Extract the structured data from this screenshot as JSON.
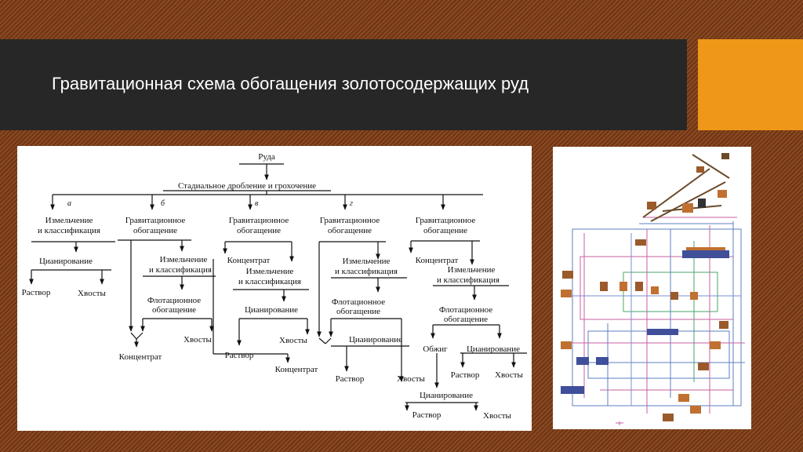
{
  "slide": {
    "title": "Гравитационная схема обогащения золотосодержащих руд",
    "colors": {
      "title_bar": "#272727",
      "accent": "#ef9718",
      "background": "#7a3d1a"
    }
  },
  "flowchart": {
    "root": "Руда",
    "stage1": "Стадиальное дробление и грохочение",
    "branch_letters": [
      "а",
      "б",
      "в",
      "г"
    ],
    "branch_a": {
      "l1a": "Измельчение",
      "l1b": "и классификация",
      "cyan": "Цианирование",
      "out1": "Раствор",
      "out2": "Хвосты"
    },
    "branch_b": {
      "l1a": "Гравитационное",
      "l1b": "обогащение",
      "l2a": "Измельчение",
      "l2b": "и классификация",
      "l3a": "Флотационное",
      "l3b": "обогащение",
      "tail": "Хвосты",
      "conc": "Концентрат"
    },
    "branch_v": {
      "l1a": "Гравитационное",
      "l1b": "обогащение",
      "conc1": "Концентрат",
      "l2a": "Измельчение",
      "l2b": "и классификация",
      "cyan": "Цианирование",
      "out1": "Раствор",
      "out2": "Хвосты",
      "conc2": "Концентрат"
    },
    "branch_g": {
      "l1a": "Гравитационное",
      "l1b": "обогащение",
      "l2a": "Измельчение",
      "l2b": "и классификация",
      "l3a": "Флотационное",
      "l3b": "обогащение",
      "cyan": "Цианирование",
      "out1": "Раствор",
      "out2": "Хвосты"
    },
    "branch_5": {
      "l1a": "Гравитационное",
      "l1b": "обогащение",
      "conc": "Концентрат",
      "l2a": "Измельчение",
      "l2b": "и классификация",
      "l3a": "Флотационное",
      "l3b": "обогащение",
      "roast": "Обжиг",
      "cyan1": "Цианирование",
      "out1": "Раствор",
      "out2": "Хвосты",
      "cyan2": "Цианирование",
      "out3": "Раствор",
      "out4": "Хвосты"
    }
  }
}
